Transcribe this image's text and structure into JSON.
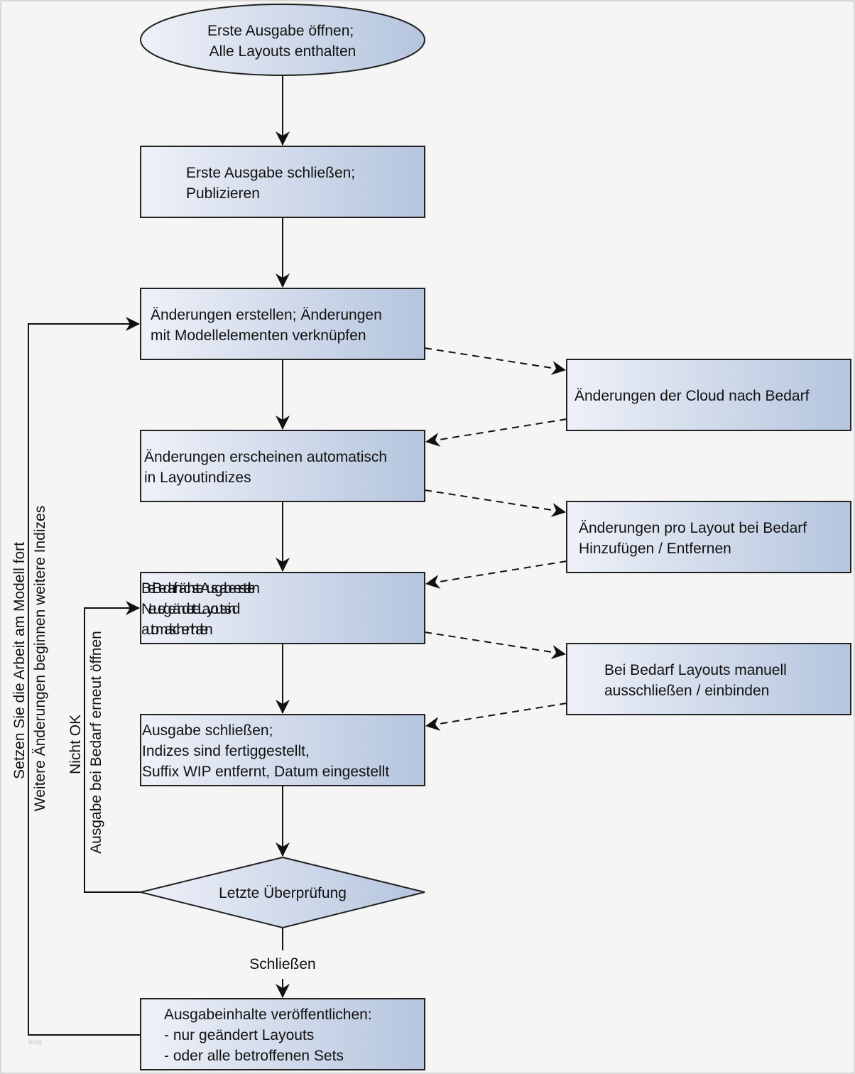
{
  "nodes": {
    "start": {
      "lines": [
        "Erste Ausgabe öffnen;",
        "Alle Layouts enthalten"
      ]
    },
    "close_first": {
      "lines": [
        "Erste Ausgabe schließen;",
        "Publizieren"
      ]
    },
    "create_changes": {
      "lines": [
        "Änderungen erstellen; Änderungen",
        "mit Modellelementen verknüpfen"
      ]
    },
    "cloud_changes": {
      "lines": [
        "Änderungen der Cloud nach Bedarf"
      ]
    },
    "auto_appear": {
      "lines": [
        "Änderungen erscheinen automatisch",
        "in Layoutindizes"
      ]
    },
    "per_layout": {
      "lines": [
        "Änderungen pro Layout bei Bedarf",
        "Hinzufügen / Entfernen"
      ]
    },
    "next_issue": {
      "lines": [
        "Bei Bedarf nächste Ausgabe erstellen",
        "Neue / geänderte Layouts sind",
        "automatisch enthalten"
      ]
    },
    "manual_layouts": {
      "lines": [
        "Bei Bedarf Layouts manuell",
        "ausschließen / einbinden"
      ]
    },
    "close_issue": {
      "lines": [
        "Ausgabe schließen;",
        "Indizes sind fertiggestellt,",
        "Suffix WIP entfernt, Datum eingestellt"
      ]
    },
    "final_check": {
      "lines": [
        "Letzte Überprüfung"
      ]
    },
    "publish": {
      "lines": [
        "Ausgabeinhalte veröffentlichen:",
        "- nur geändert Layouts",
        "- oder alle betroffenen Sets"
      ]
    }
  },
  "edge_labels": {
    "close": "Schließen",
    "not_ok": [
      "Nicht OK",
      "Ausgabe bei Bedarf erneut öffnen"
    ],
    "continue": [
      "Setzen Sie die Arbeit am Modell fort",
      "Weitere Änderungen beginnen weitere Indizes"
    ]
  },
  "watermark": "blog",
  "colors": {
    "fill_light": "#eef1f8",
    "fill_dark": "#b5c5de",
    "stroke": "#222222",
    "background": "#f5f5f5"
  }
}
